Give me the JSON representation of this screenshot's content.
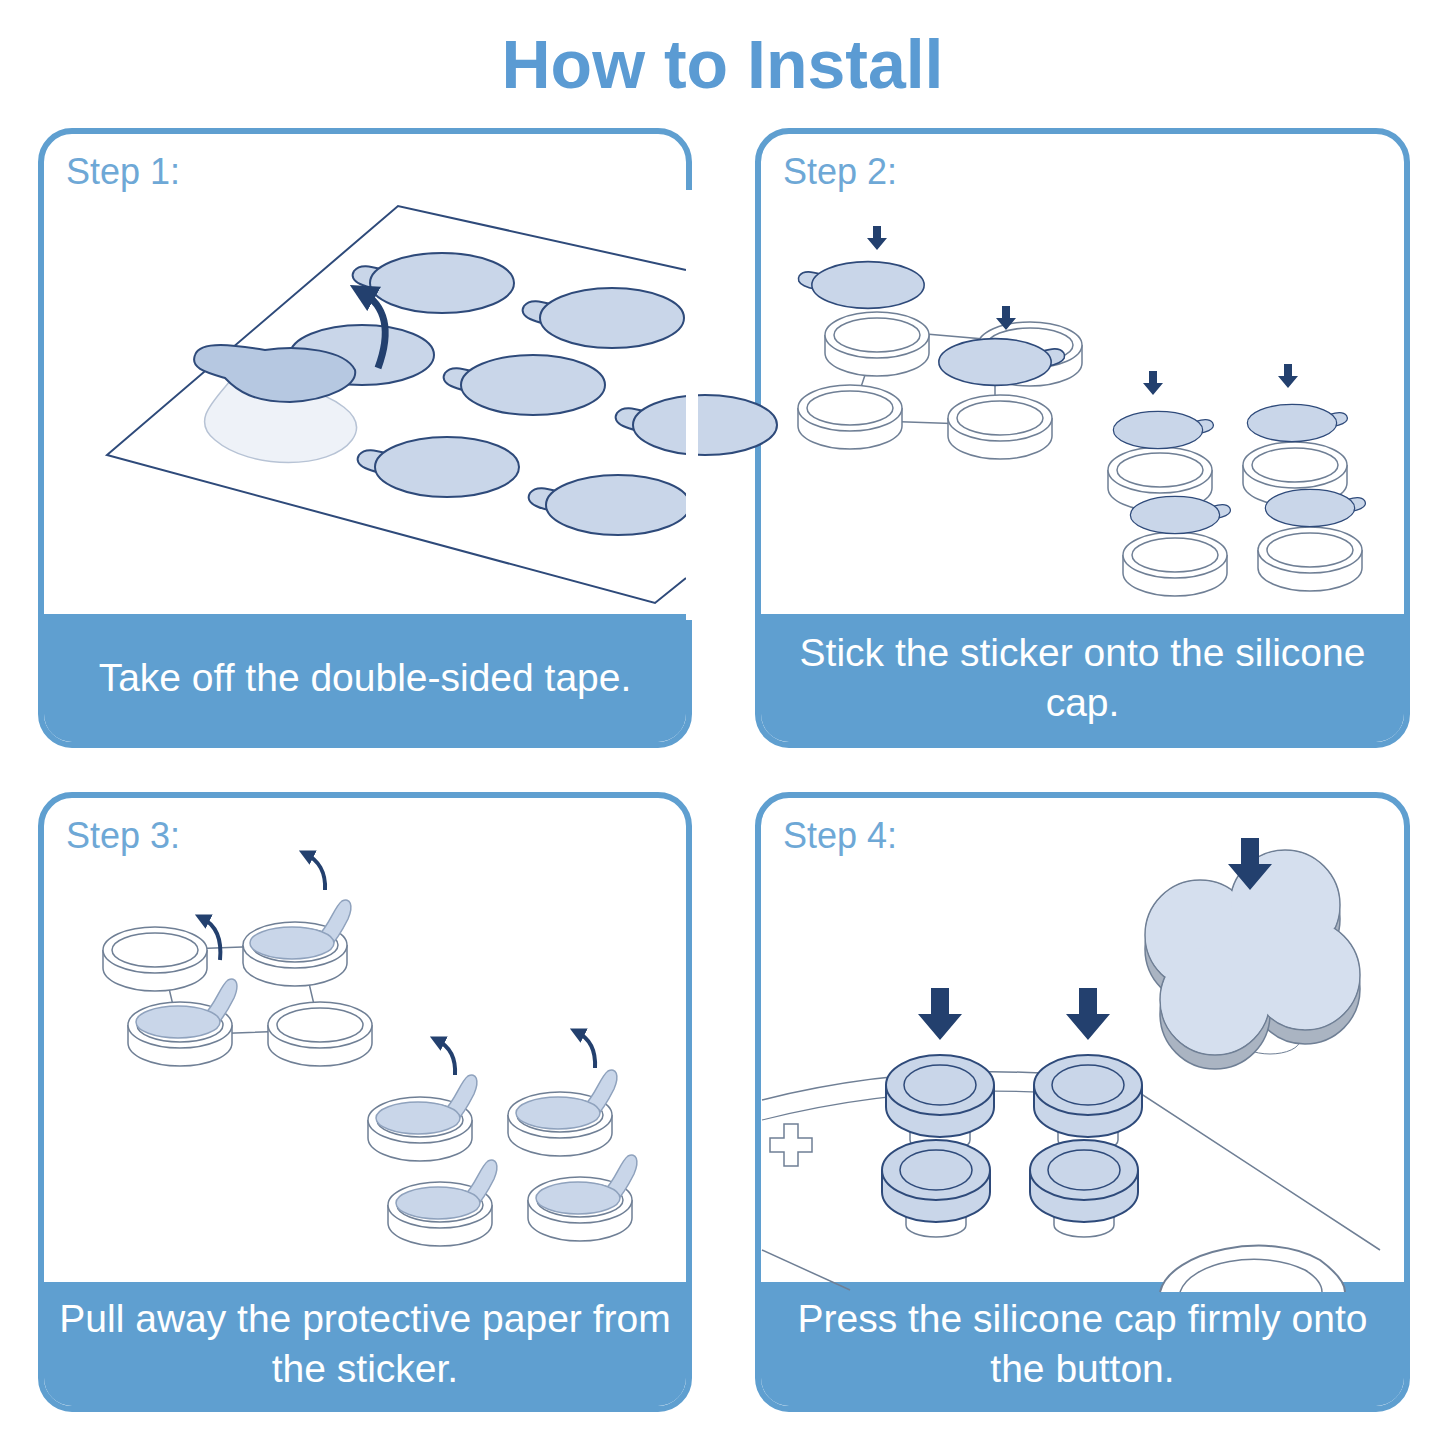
{
  "diagram": {
    "title": "How to Install",
    "nodes": [
      {
        "text": [
          "Step 1:"
        ]
      },
      {
        "text": [
          "Take off the double-sided tape."
        ],
        "in": 0
      },
      {
        "text": [
          "Step 2:"
        ]
      },
      {
        "text": [
          "Stick the sticker onto the silicone cap."
        ],
        "in": 2
      },
      {
        "text": [
          "Step 3:"
        ]
      },
      {
        "text": [
          "Pull away the protective paper from the sticker."
        ],
        "in": 4
      },
      {
        "text": [
          "Step 4:"
        ]
      },
      {
        "text": [
          "Press the silicone cap firmly onto the button."
        ],
        "in": 6
      }
    ]
  }
}
